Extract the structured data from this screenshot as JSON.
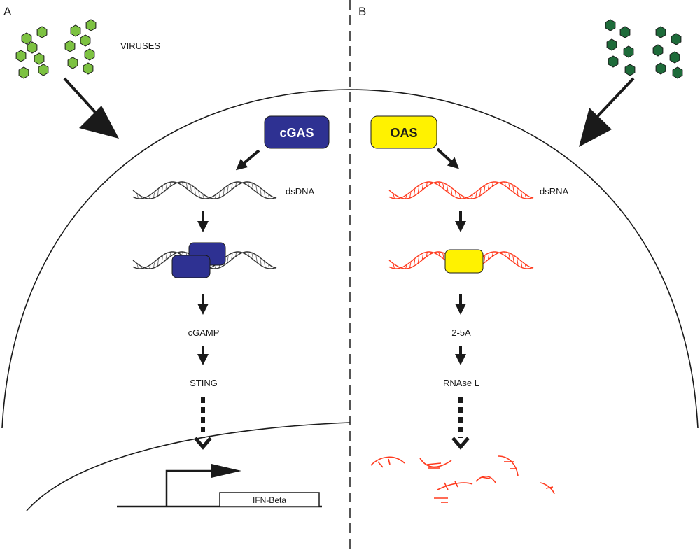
{
  "panels": {
    "left": {
      "letter": "A",
      "virus_label": "VIRUSES",
      "sensor_label": "cGAS",
      "nucleic_acid_label": "dsDNA",
      "product_label": "cGAMP",
      "effector_label": "STING",
      "gene_label": "IFN-Beta"
    },
    "right": {
      "letter": "B",
      "sensor_label": "OAS",
      "nucleic_acid_label": "dsRNA",
      "product_label": "2-5A",
      "effector_label": "RNAse L"
    }
  },
  "colors": {
    "virus_left": "#7dc242",
    "virus_right": "#1e6b3a",
    "cgas": "#2e3192",
    "oas": "#fff200",
    "dsrna": "#ff3b1f",
    "dsdna": "#555555"
  }
}
